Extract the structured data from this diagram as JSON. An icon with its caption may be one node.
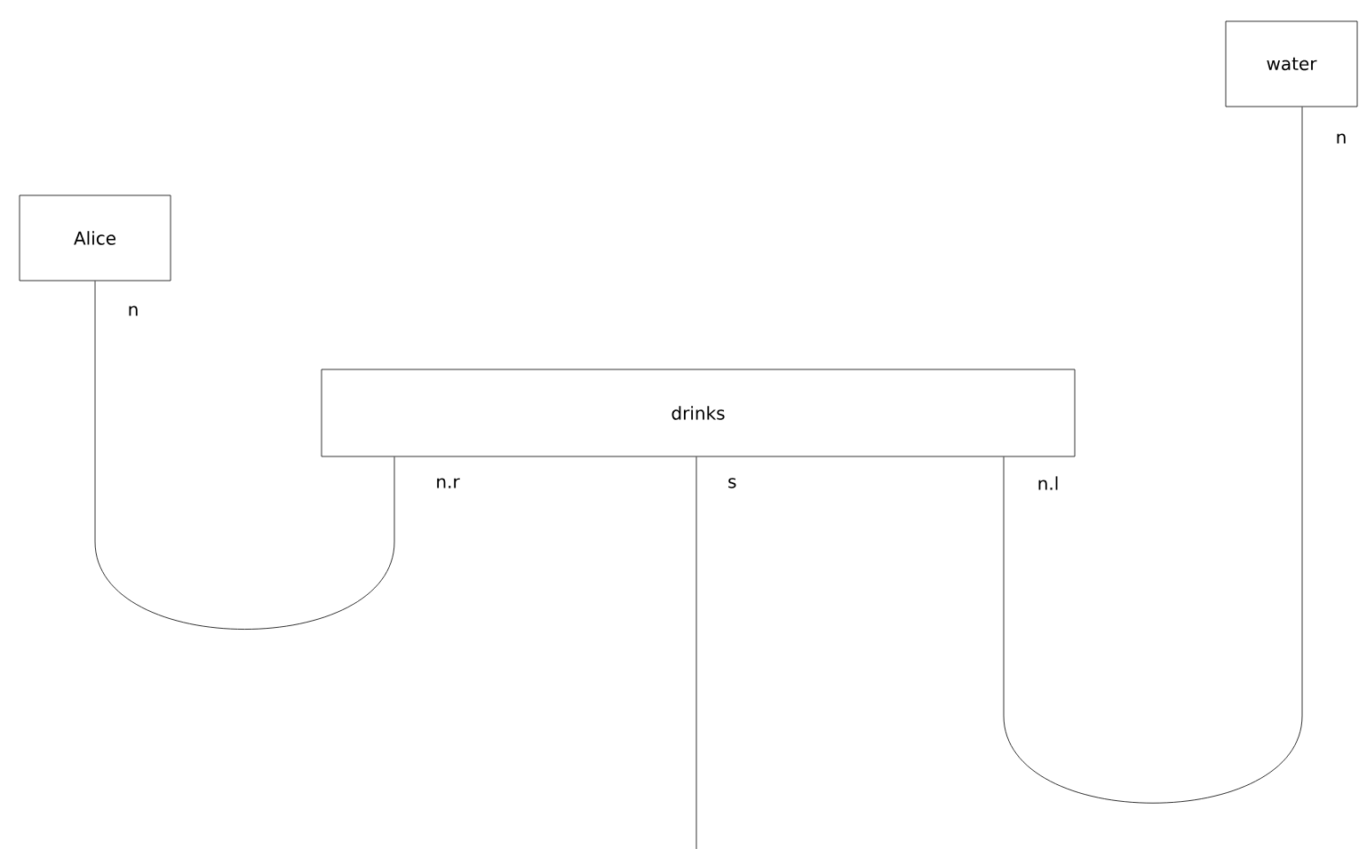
{
  "diagram": {
    "nodes": [
      {
        "text": [
          "Alice"
        ]
      },
      {
        "text": [
          "drinks"
        ]
      },
      {
        "text": [
          "water"
        ]
      }
    ],
    "edges": [
      {
        "from": 0,
        "to": 1,
        "arrow": "none"
      },
      {
        "from": 1,
        "to": 2,
        "arrow": "none"
      },
      {
        "from": 1,
        "to": null,
        "arrow": "none",
        "label": "s"
      }
    ],
    "labels": [
      "n",
      "n.r",
      "n.l",
      "n"
    ]
  }
}
